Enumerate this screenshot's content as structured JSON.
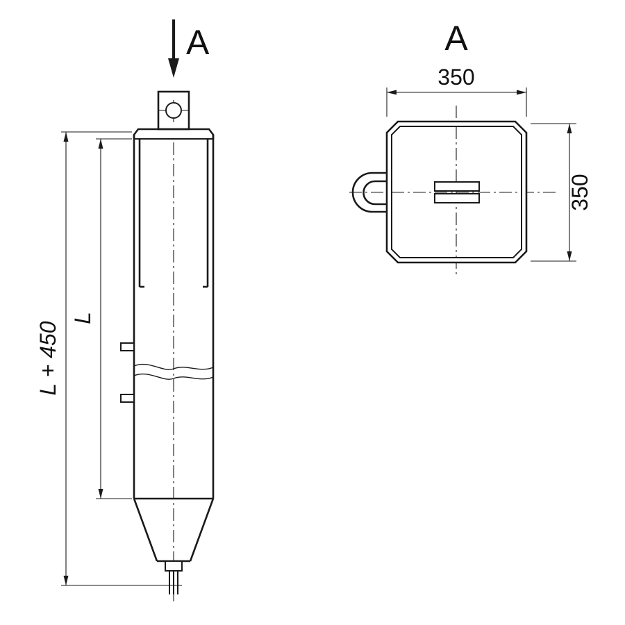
{
  "drawing": {
    "colors": {
      "line": "#1a1a1a",
      "background": "#ffffff"
    },
    "elevation_view": {
      "section_cut_label": "A",
      "dim_total_length": "L + 450",
      "dim_shaft_length": "L"
    },
    "section_view": {
      "view_label": "A",
      "dim_width": "350",
      "dim_height": "350"
    }
  }
}
